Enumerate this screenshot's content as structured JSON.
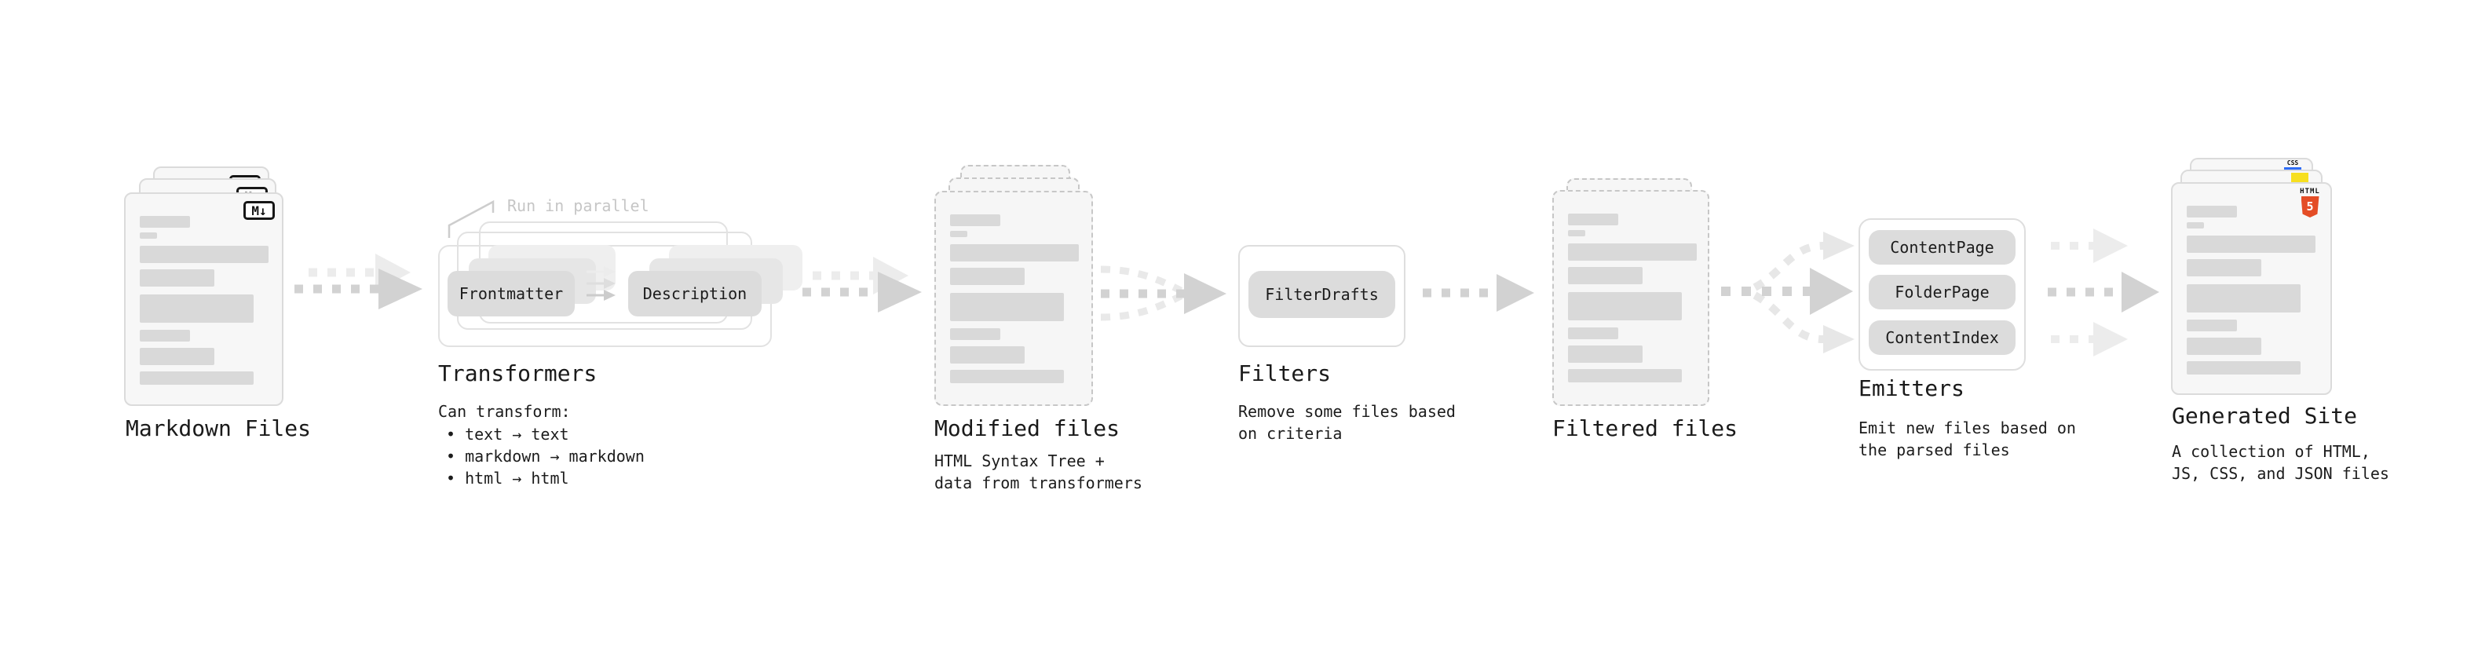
{
  "note": "Run in parallel",
  "markdown": {
    "title": "Markdown Files",
    "badge": "M↓"
  },
  "transformers": {
    "title": "Transformers",
    "desc_heading": "Can transform:",
    "bullets": [
      "• text → text",
      "• markdown → markdown",
      "• html → html"
    ],
    "nodes": [
      "Frontmatter",
      "Description"
    ]
  },
  "modified": {
    "title": "Modified files",
    "subtitle": "HTML Syntax Tree +\ndata from transformers"
  },
  "filters": {
    "title": "Filters",
    "subtitle": "Remove some files based\non criteria",
    "nodes": [
      "FilterDrafts"
    ]
  },
  "filtered": {
    "title": "Filtered files"
  },
  "emitters": {
    "title": "Emitters",
    "subtitle": "Emit new files based on\nthe parsed files",
    "nodes": [
      "ContentPage",
      "FolderPage",
      "ContentIndex"
    ]
  },
  "generated": {
    "title": "Generated Site",
    "subtitle": "A collection of HTML,\nJS, CSS, and JSON files",
    "badges": {
      "css": "CSS",
      "html_word": "HTML",
      "html_number": "5"
    }
  },
  "colors": {
    "accent_orange": "#e44d26",
    "accent_yellow": "#f7df1e",
    "accent_blue": "#2f6df6"
  }
}
